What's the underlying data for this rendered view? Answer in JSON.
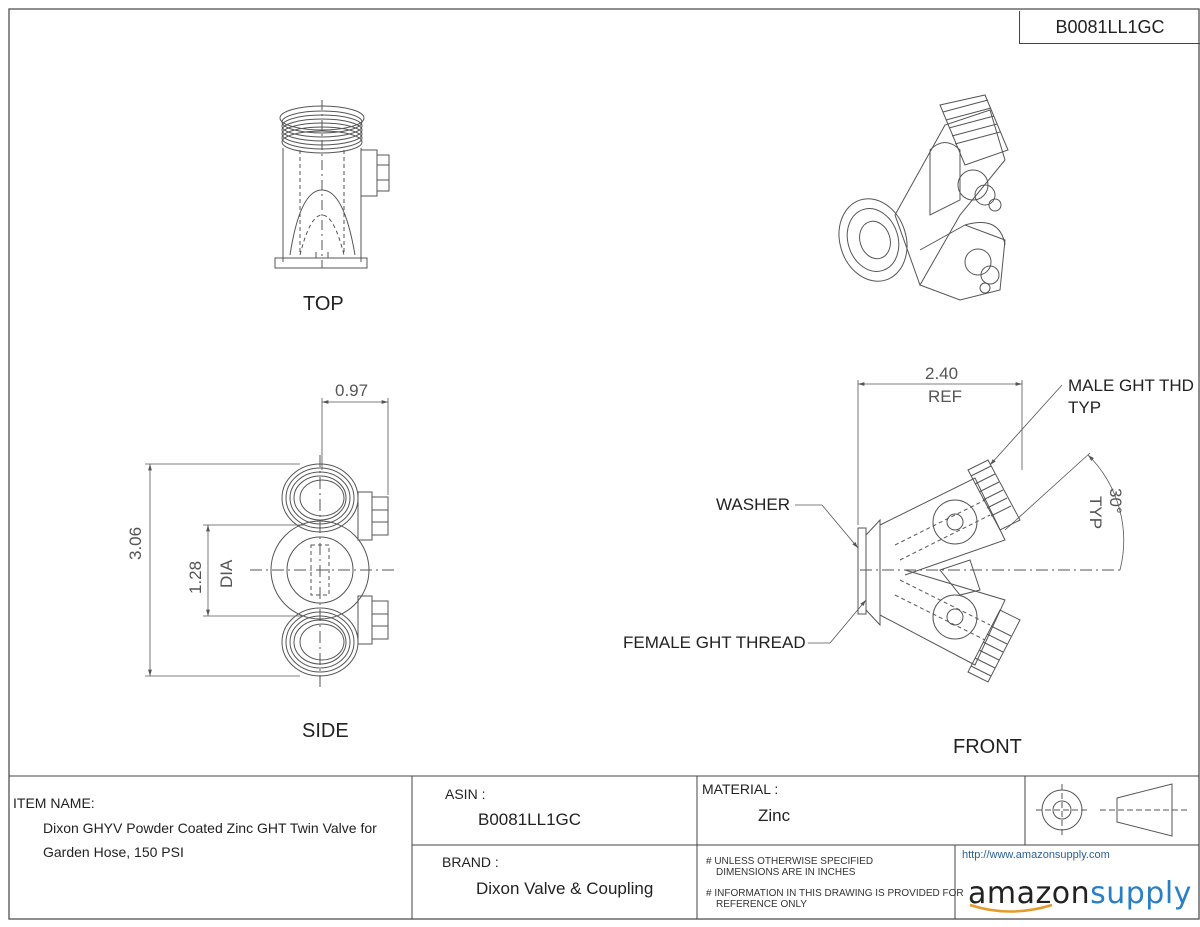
{
  "part_number": "B0081LL1GC",
  "views": {
    "top": "TOP",
    "side": "SIDE",
    "front": "FRONT"
  },
  "dimensions": {
    "width_top": "0.97",
    "height": "3.06",
    "dia_value": "1.28",
    "dia_label": "DIA",
    "overall_value": "2.40",
    "overall_ref": "REF",
    "angle_value": "30°",
    "angle_typ": "TYP"
  },
  "callouts": {
    "male_thread_line1": "MALE GHT THD",
    "male_thread_line2": "TYP",
    "washer": "WASHER",
    "female_thread": "FEMALE GHT THREAD"
  },
  "title_block": {
    "item_name_label": "ITEM NAME:",
    "item_name_line1": "Dixon GHYV Powder Coated Zinc GHT Twin Valve for",
    "item_name_line2": "Garden Hose, 150 PSI",
    "asin_label": "ASIN :",
    "asin_value": "B0081LL1GC",
    "material_label": "MATERIAL :",
    "material_value": "Zinc",
    "brand_label": "BRAND :",
    "brand_value": "Dixon Valve & Coupling",
    "note1_line1": "# UNLESS OTHERWISE SPECIFIED",
    "note1_line2": "DIMENSIONS ARE IN INCHES",
    "note2_line1": "# INFORMATION IN THIS DRAWING IS PROVIDED FOR",
    "note2_line2": "REFERENCE ONLY",
    "url": "http://www.amazonsupply.com",
    "logo_part1": "amazon",
    "logo_part2": "supply"
  }
}
